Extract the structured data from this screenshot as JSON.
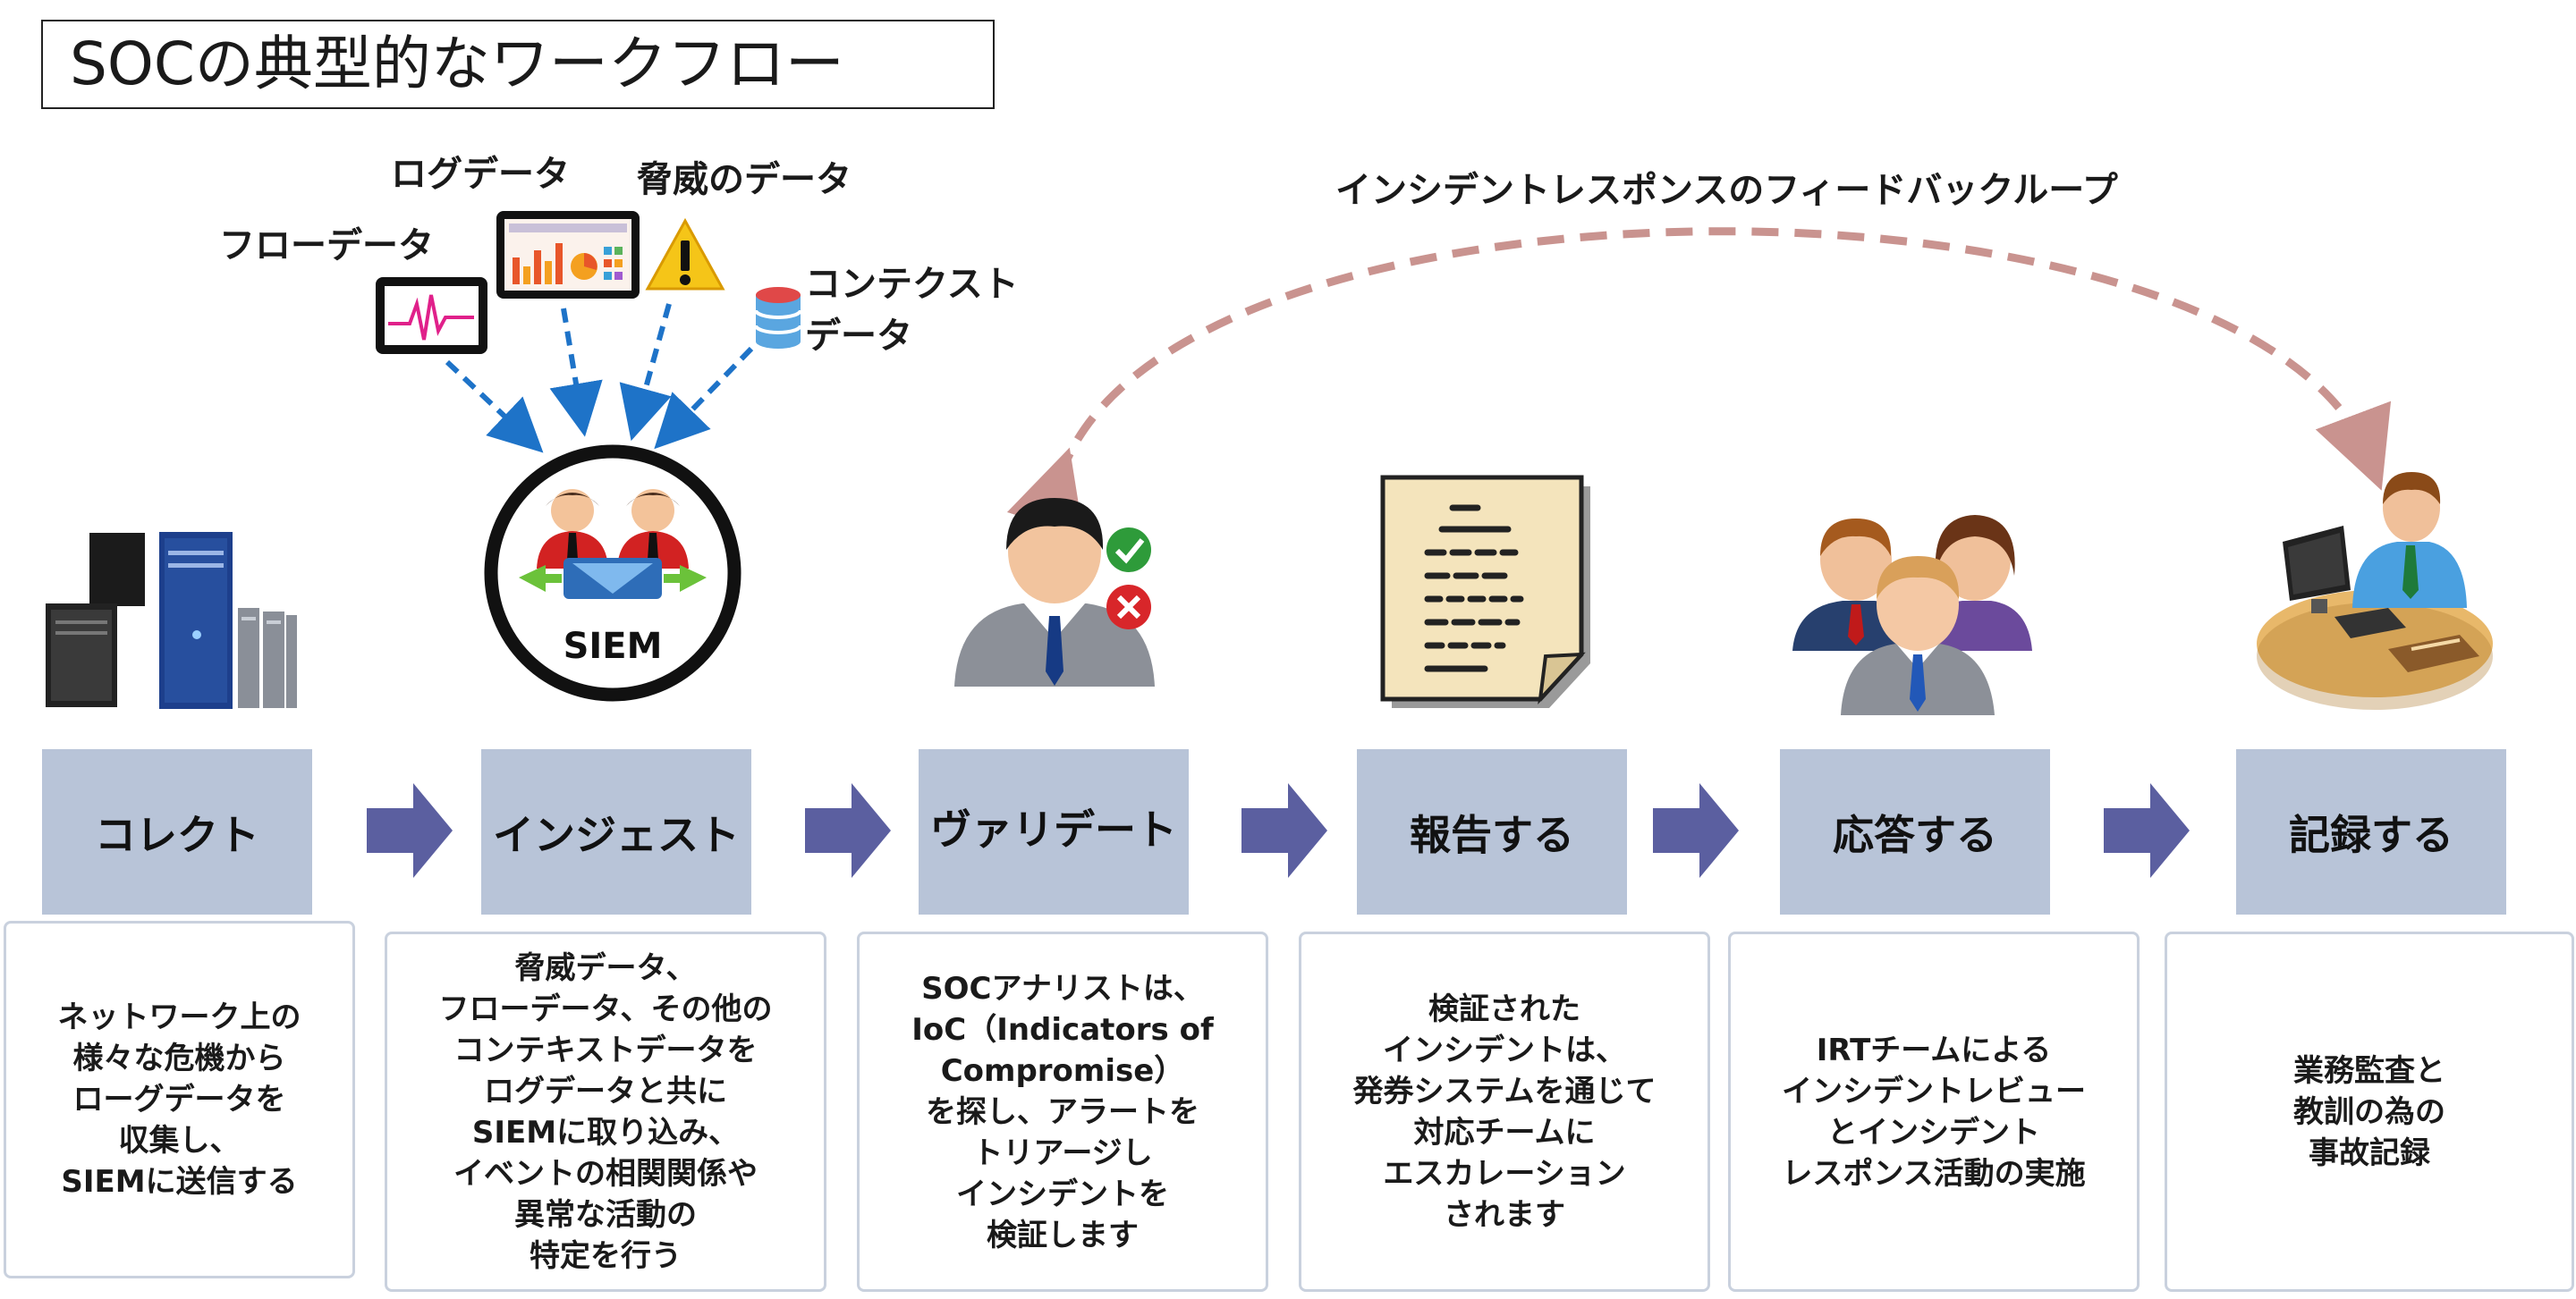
{
  "title": "SOCの典型的なワークフロー",
  "sources": {
    "flow": "フローデータ",
    "log": "ログデータ",
    "threat": "脅威のデータ",
    "context_line1": "コンテクスト",
    "context_line2": "データ"
  },
  "siem_label": "SIEM",
  "feedback_label": "インシデントレスポンスのフィードバックループ",
  "steps": [
    {
      "label": "コレクト",
      "desc": [
        "ネットワーク上の",
        "様々な危機から",
        "ローグデータを",
        "収集し、",
        "SIEMに送信する"
      ]
    },
    {
      "label": "インジェスト",
      "desc": [
        "脅威データ、",
        "フローデータ、その他の",
        "コンテキストデータを",
        "ログデータと共に",
        "SIEMに取り込み、",
        "イベントの相関関係や",
        "異常な活動の",
        "特定を行う"
      ]
    },
    {
      "label": "ヴァリデート",
      "desc": [
        "SOCアナリストは、",
        "IoC（Indicators of",
        "Compromise）",
        "を探し、アラートを",
        "トリアージし",
        "インシデントを",
        "検証します"
      ]
    },
    {
      "label": "報告する",
      "desc": [
        "検証された",
        "インシデントは、",
        "発券システムを通じて",
        "対応チームに",
        "エスカレーション",
        "されます"
      ]
    },
    {
      "label": "応答する",
      "desc": [
        "IRTチームによる",
        "インシデントレビュー",
        "とインシデント",
        "レスポンス活動の実施"
      ]
    },
    {
      "label": "記録する",
      "desc": [
        "業務監査と",
        "教訓の為の",
        "事故記録"
      ]
    }
  ],
  "colors": {
    "step_fill": "#b8c4d8",
    "flow_arrow": "#5b5fa0",
    "data_arrow": "#1e73c8",
    "feedback": "#c9938f"
  },
  "icons": [
    "server-rack-icon",
    "flow-monitor-icon",
    "log-dashboard-icon",
    "warning-icon",
    "database-icon",
    "siem-icon",
    "analyst-icon",
    "check-icon",
    "cross-icon",
    "report-document-icon",
    "team-icon",
    "desk-worker-icon"
  ]
}
